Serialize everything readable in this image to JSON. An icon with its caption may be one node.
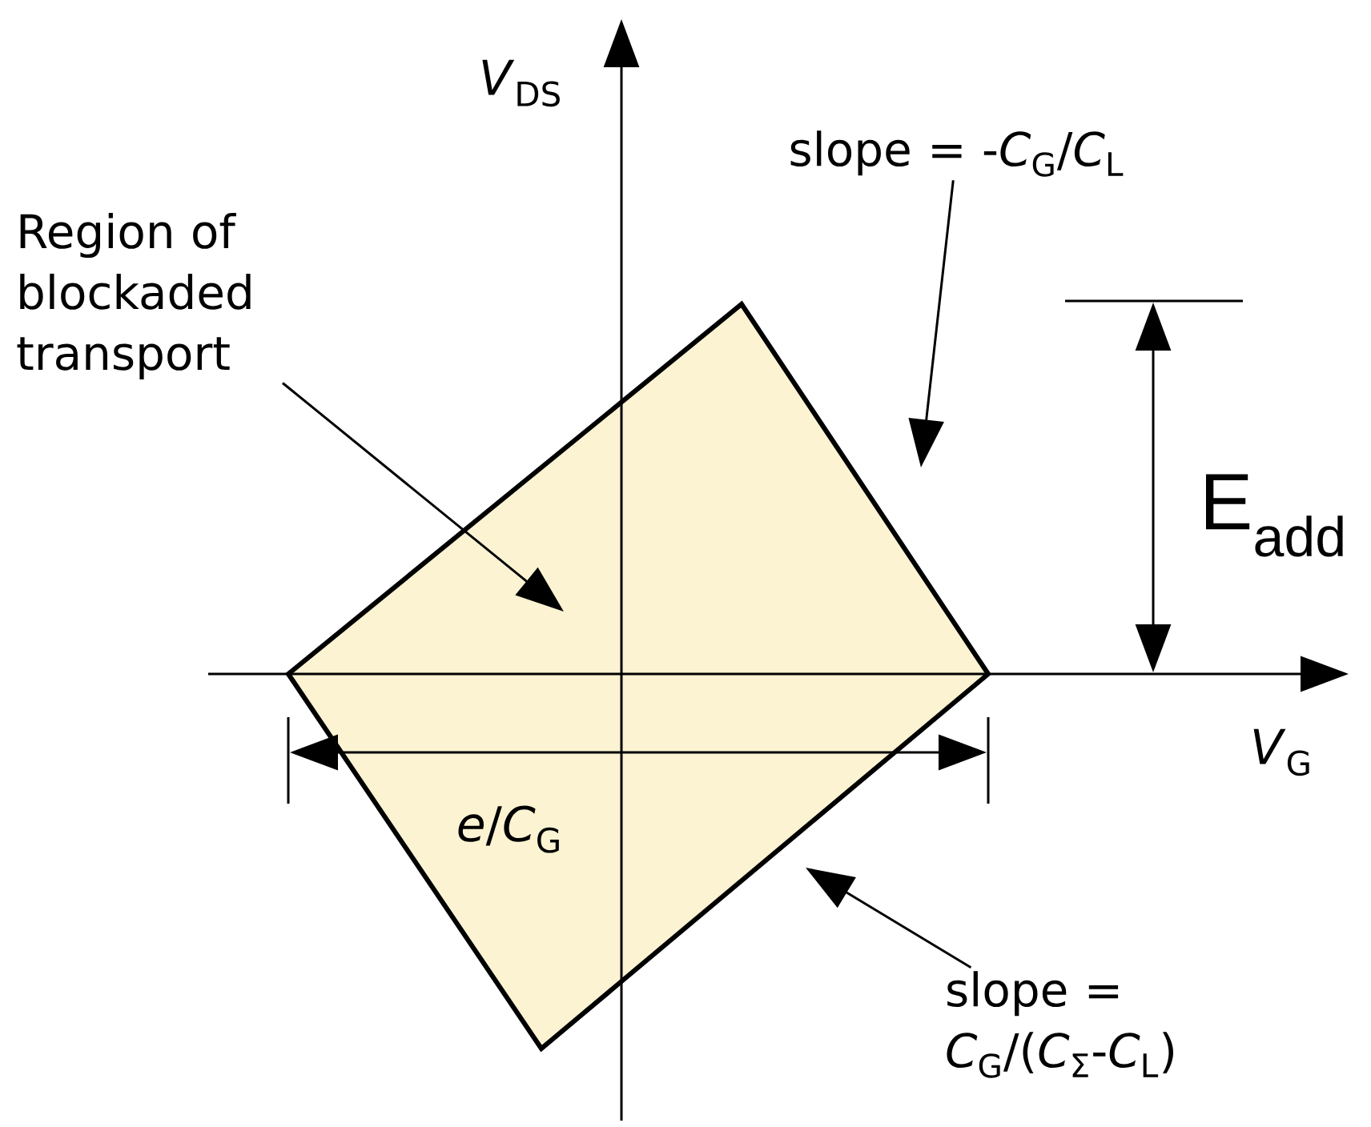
{
  "diagram": {
    "nodes": [
      {
        "text": [
          "Region of blockaded transport"
        ]
      },
      {
        "text": [
          "slope = -*C*$_{G}$/*C*$_{L}$"
        ]
      },
      {
        "text": [
          "slope = *C*$_{G}$/(*C*$_{Σ}$-*C*$_{L}$)"
        ]
      },
      {
        "text": [],
        "shape": "diamond"
      }
    ],
    "edges": [
      {
        "from": 0,
        "to": 3,
        "arrow": "to"
      },
      {
        "from": 1,
        "to": 3,
        "arrow": "to"
      },
      {
        "from": 2,
        "to": 3,
        "arrow": "to"
      }
    ],
    "labels": [
      "*V*$_{DS}$",
      "E$_{add}$",
      "*V*$_{G}$",
      "*e*/*C*$_{G}$"
    ]
  }
}
